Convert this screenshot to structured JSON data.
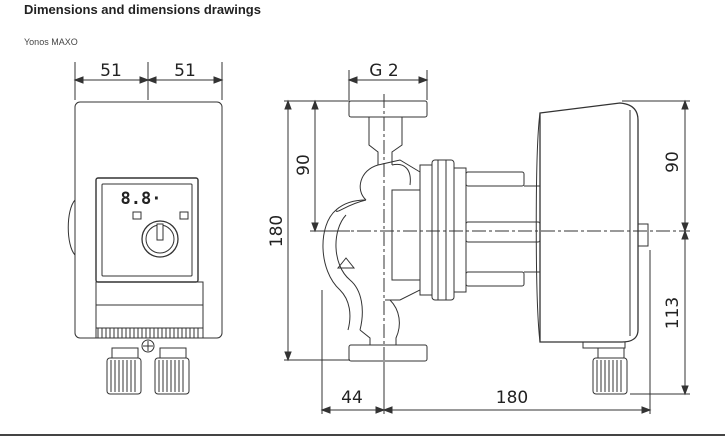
{
  "page": {
    "heading": "Dimensions and dimensions drawings",
    "subtitle": "Yonos MAXO"
  },
  "front_view": {
    "dim_left": "51",
    "dim_right": "51",
    "display_text": "8.8·"
  },
  "side_view": {
    "dim_thread": "G 2",
    "dim_upper_left": "90",
    "dim_total_height": "180",
    "dim_upper_right": "90",
    "dim_lower_right": "113",
    "dim_bottom_left": "44",
    "dim_bottom_total": "180"
  },
  "colors": {
    "line": "#333333",
    "fill_dark": "#cccccc",
    "background": "#ffffff"
  },
  "icons": [
    "flow-arrow-icon",
    "knob-icon",
    "lcd-display-icon",
    "cable-gland-icon"
  ]
}
